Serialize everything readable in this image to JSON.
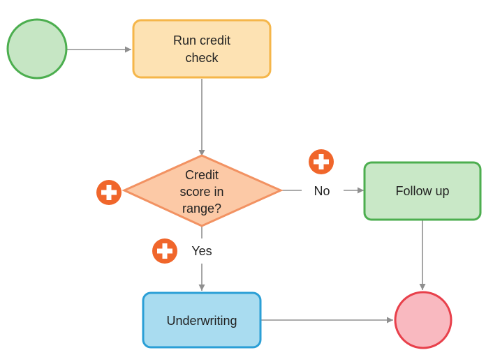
{
  "diagram": {
    "nodes": {
      "start": {
        "kind": "start-event",
        "fill": "#c6e6c4",
        "stroke": "#4cae4f"
      },
      "credit_check": {
        "lines": [
          "Run credit",
          "check"
        ],
        "fill": "#fde2b3",
        "stroke": "#f5b64a"
      },
      "decision": {
        "lines": [
          "Credit",
          "score in",
          "range?"
        ],
        "fill": "#fcc9a6",
        "stroke": "#f29262"
      },
      "follow_up": {
        "label": "Follow up",
        "fill": "#c9e8c7",
        "stroke": "#4cae4f"
      },
      "underwriting": {
        "label": "Underwriting",
        "fill": "#a9dcf0",
        "stroke": "#2b9fd6"
      },
      "end": {
        "kind": "end-event",
        "fill": "#f9b9c0",
        "stroke": "#e8404b"
      }
    },
    "edges": {
      "no_label": "No",
      "yes_label": "Yes"
    },
    "colors": {
      "connector": "#8f8f8f",
      "add_button": "#f0662b"
    },
    "add_buttons": [
      {
        "name": "add-step-button-no-branch",
        "icon": "plus-circle-icon"
      },
      {
        "name": "add-step-button-decision",
        "icon": "plus-circle-icon"
      },
      {
        "name": "add-step-button-yes-branch",
        "icon": "plus-circle-icon"
      }
    ]
  }
}
